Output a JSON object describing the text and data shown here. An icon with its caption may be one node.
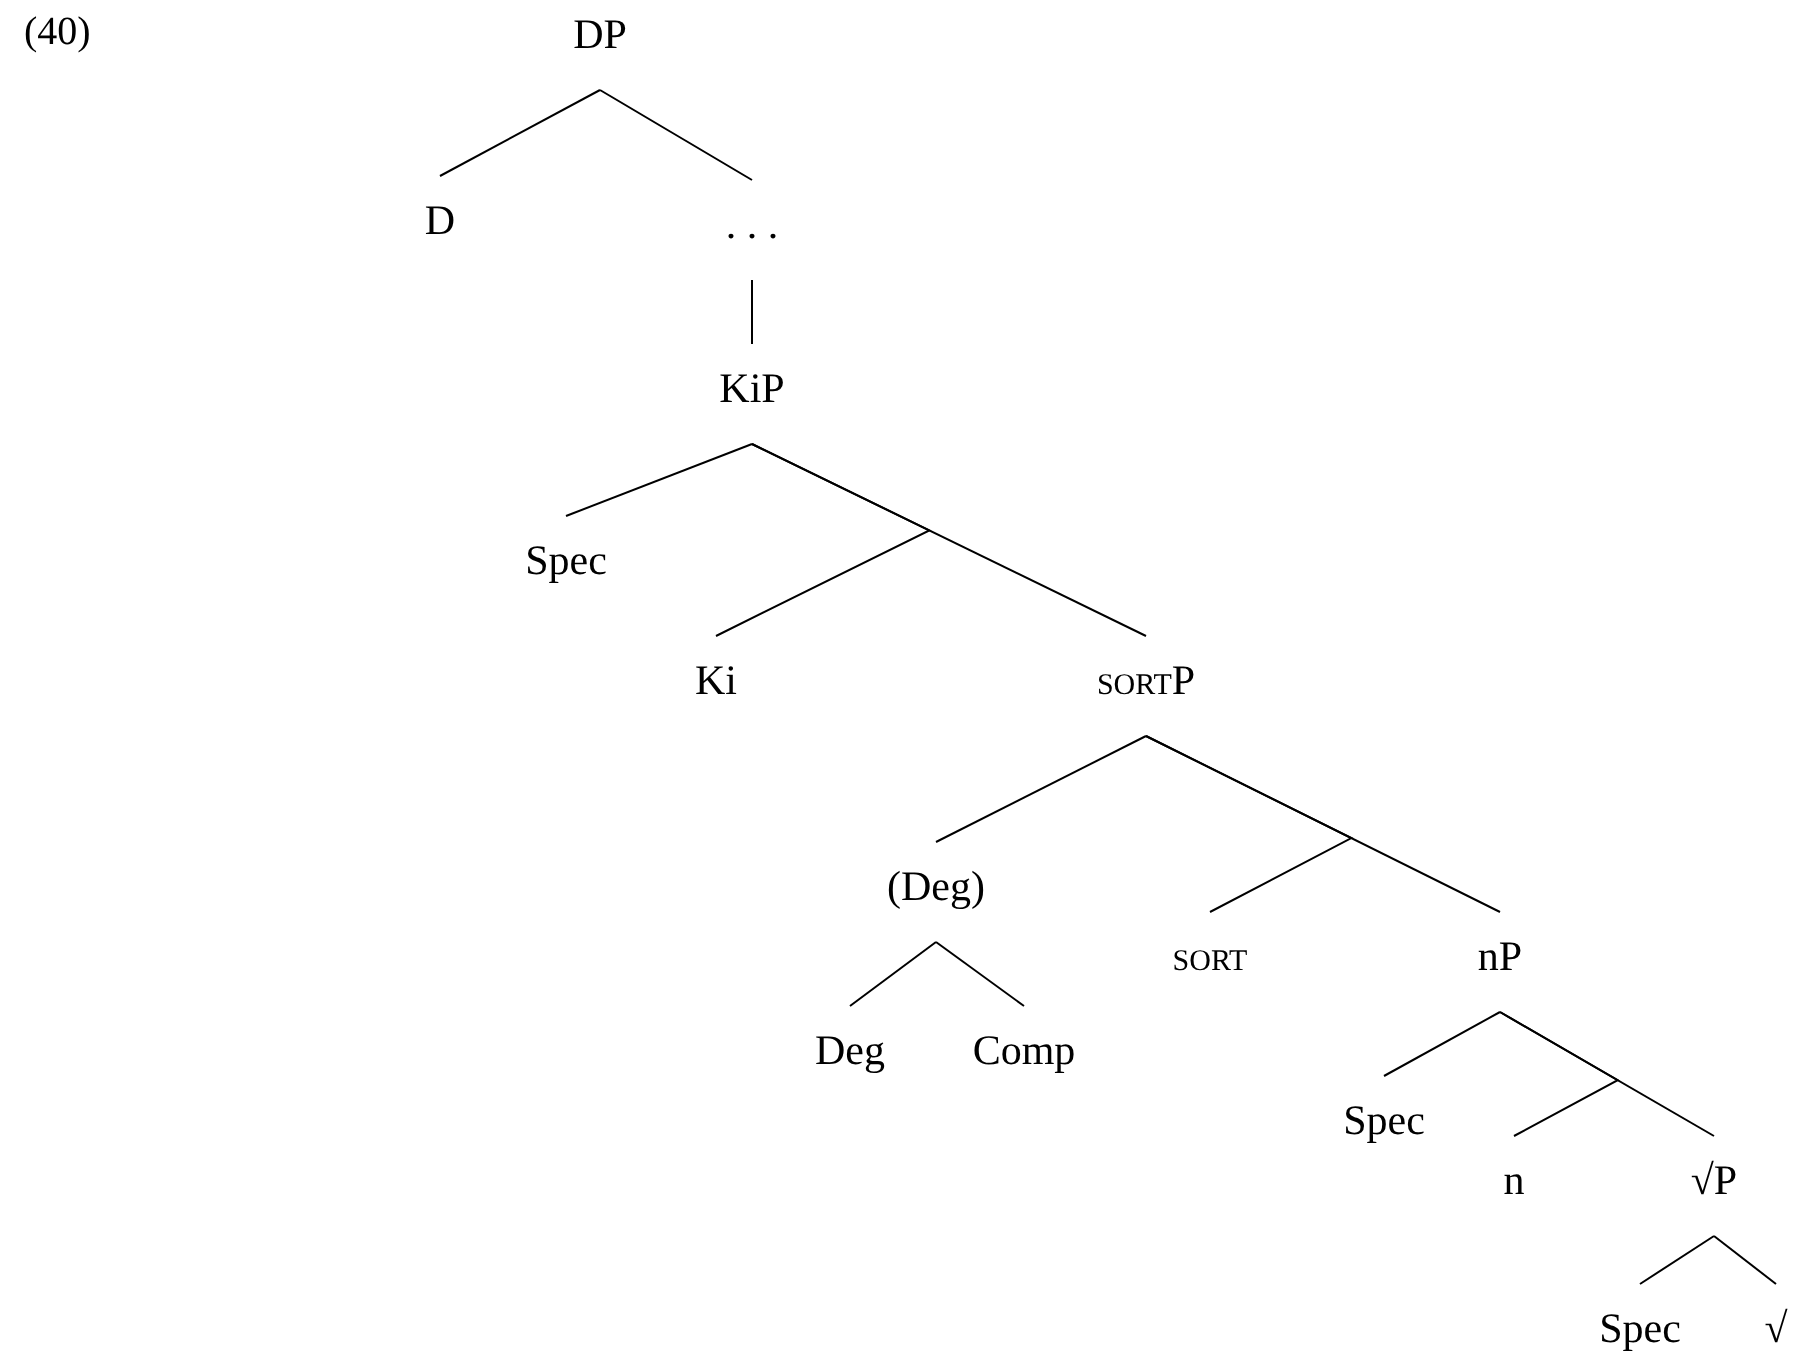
{
  "diagram": {
    "nodes": [
      {
        "text": [
          "DP"
        ]
      },
      {
        "text": [
          "D"
        ]
      },
      {
        "text": [
          ". . ."
        ]
      },
      {
        "text": [
          "KiP"
        ]
      },
      {
        "text": [
          "Spec"
        ]
      },
      {
        "text": [
          "Ki"
        ]
      },
      {
        "text": [
          "sortP"
        ]
      },
      {
        "text": [
          "(Deg)"
        ]
      },
      {
        "text": [
          "sort"
        ]
      },
      {
        "text": [
          "nP"
        ]
      },
      {
        "text": [
          "Deg"
        ]
      },
      {
        "text": [
          "Comp"
        ]
      },
      {
        "text": [
          "Spec"
        ]
      },
      {
        "text": [
          "n"
        ]
      },
      {
        "text": [
          "√P"
        ]
      },
      {
        "text": [
          "Spec"
        ]
      },
      {
        "text": [
          "√"
        ]
      }
    ],
    "edges": [
      {
        "from": 0,
        "to": 1,
        "arrow": "none"
      },
      {
        "from": 0,
        "to": 2,
        "arrow": "none"
      },
      {
        "from": 2,
        "to": 3,
        "arrow": "none"
      },
      {
        "from": 3,
        "to": 4,
        "arrow": "none"
      },
      {
        "from": 3,
        "to": 5,
        "arrow": "none"
      },
      {
        "from": 3,
        "to": 6,
        "arrow": "none"
      },
      {
        "from": 6,
        "to": 7,
        "arrow": "none"
      },
      {
        "from": 6,
        "to": 8,
        "arrow": "none"
      },
      {
        "from": 6,
        "to": 9,
        "arrow": "none"
      },
      {
        "from": 9,
        "to": 12,
        "arrow": "none"
      },
      {
        "from": 9,
        "to": 13,
        "arrow": "none"
      },
      {
        "from": 9,
        "to": 14,
        "arrow": "none"
      },
      {
        "from": 7,
        "to": 10,
        "arrow": "none"
      },
      {
        "from": 7,
        "to": 11,
        "arrow": "none"
      },
      {
        "from": 14,
        "to": 15,
        "arrow": "none"
      },
      {
        "from": 14,
        "to": 16,
        "arrow": "none"
      }
    ],
    "labels": [
      "(40)"
    ]
  }
}
